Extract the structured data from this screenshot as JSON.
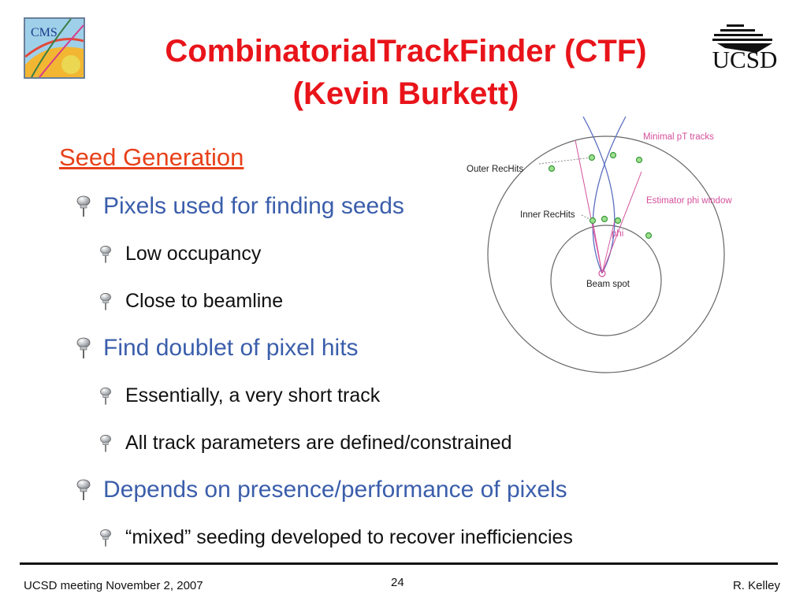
{
  "title": {
    "line1": "CombinatorialTrackFinder (CTF)",
    "line2": "(Kevin Burkett)"
  },
  "logos": {
    "left": "CMS",
    "right": "UCSD"
  },
  "section_heading": "Seed Generation",
  "bullets": [
    {
      "level": 1,
      "text": "Pixels used for finding seeds"
    },
    {
      "level": 2,
      "text": "Low occupancy"
    },
    {
      "level": 2,
      "text": "Close to beamline"
    },
    {
      "level": 1,
      "text": "Find doublet of pixel hits"
    },
    {
      "level": 2,
      "text": "Essentially, a very short track"
    },
    {
      "level": 2,
      "text": "All track parameters are defined/constrained"
    },
    {
      "level": 1,
      "text": "Depends on presence/performance of pixels"
    },
    {
      "level": 2,
      "text": "“mixed” seeding developed to recover inefficiencies"
    }
  ],
  "diagram": {
    "labels": {
      "minimal_pt": "Minimal pT tracks",
      "outer": "Outer RecHits",
      "estimator": "Estimator phi window",
      "inner": "Inner RecHits",
      "phi": "phi",
      "beam": "Beam spot"
    },
    "colors": {
      "pink": "#d4509b",
      "blue": "#5a6fc0",
      "hit": "#5bb84a"
    }
  },
  "footer": {
    "left": "UCSD meeting November 2, 2007",
    "center": "24",
    "right": "R. Kelley"
  }
}
